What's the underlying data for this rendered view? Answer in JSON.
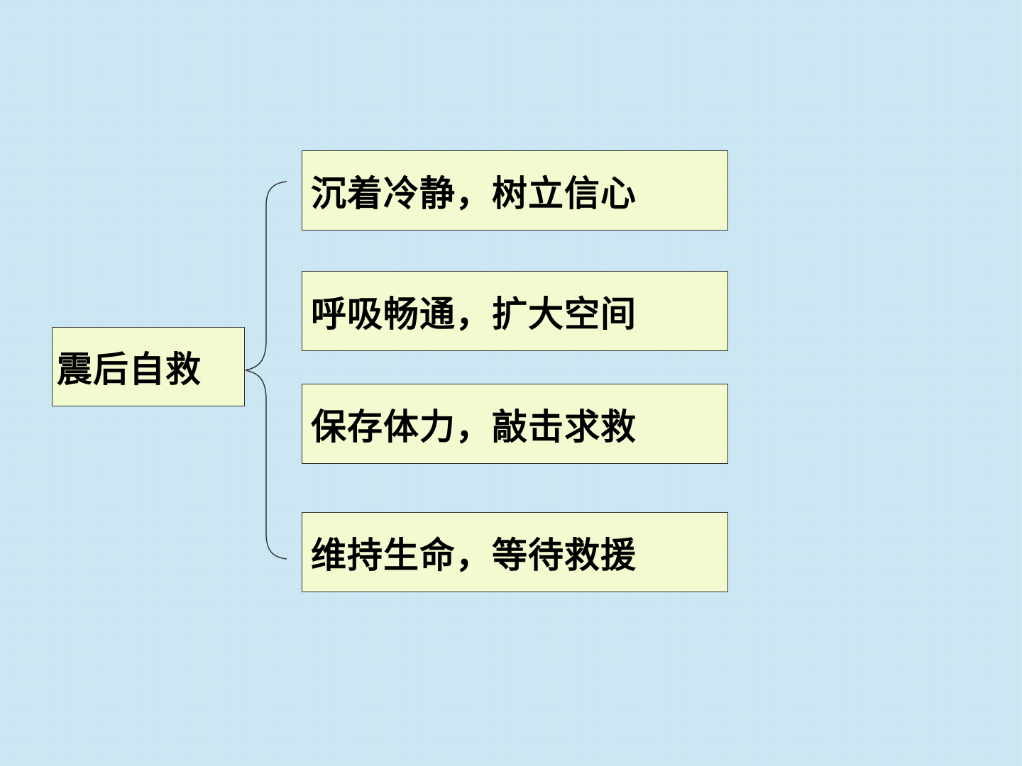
{
  "diagram": {
    "root": {
      "label": "震后自救"
    },
    "items": [
      {
        "label": "沉着冷静，树立信心"
      },
      {
        "label": "呼吸畅通，扩大空间"
      },
      {
        "label": "保存体力，敲击求救"
      },
      {
        "label": "维持生命，等待救援"
      }
    ]
  },
  "colors": {
    "background": "#cbe7f3",
    "box_fill": "#f2fbcf",
    "box_border": "#333333",
    "text": "#000000"
  }
}
